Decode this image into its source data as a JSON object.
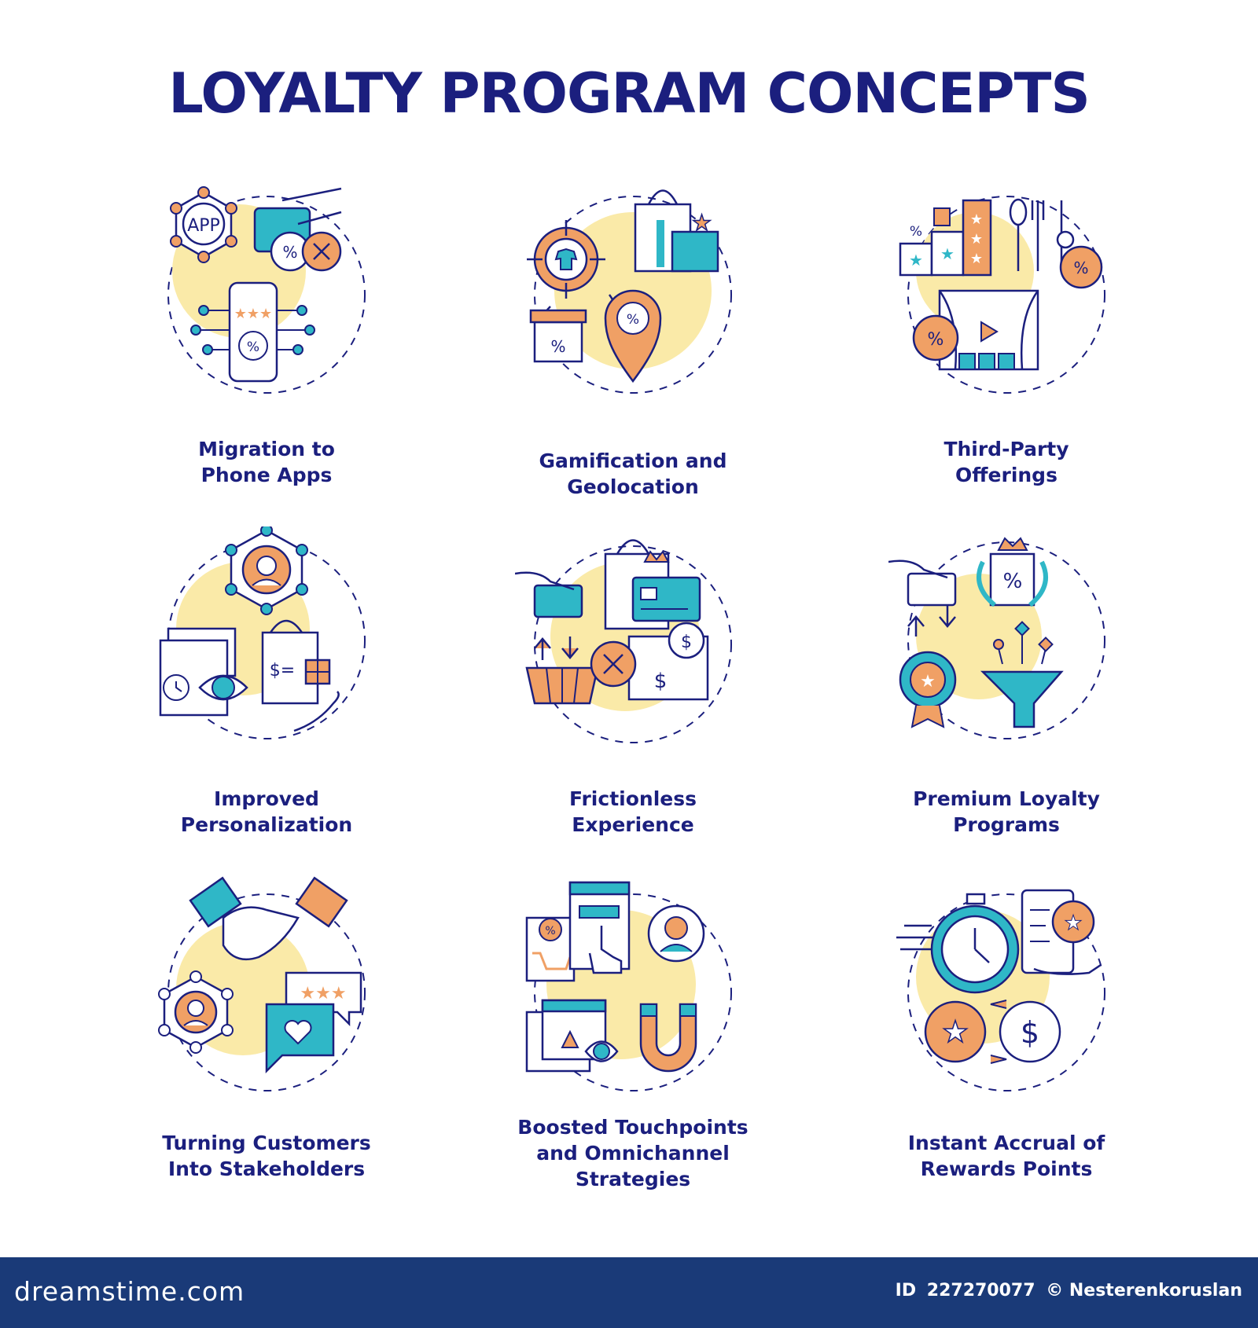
{
  "title": "LOYALTY PROGRAM CONCEPTS",
  "colors": {
    "navy": "#1b1f7e",
    "teal": "#2fb7c7",
    "orange": "#f0a065",
    "yellow": "#faeaa8",
    "footer": "#1a3a78"
  },
  "concepts": [
    {
      "lines": [
        "Migration to",
        "Phone Apps"
      ],
      "icon": "phone-app-network-icon",
      "icon_text": "APP"
    },
    {
      "lines": [
        "Gamification and",
        "Geolocation"
      ],
      "icon": "target-location-icon"
    },
    {
      "lines": [
        "Third-Party",
        "Offerings"
      ],
      "icon": "ratings-dining-theater-icon"
    },
    {
      "lines": [
        "Improved",
        "Personalization"
      ],
      "icon": "profile-network-icon"
    },
    {
      "lines": [
        "Frictionless",
        "Experience"
      ],
      "icon": "card-payment-basket-icon"
    },
    {
      "lines": [
        "Premium Loyalty",
        "Programs"
      ],
      "icon": "crown-badge-funnel-icon"
    },
    {
      "lines": [
        "Turning Customers",
        "Into Stakeholders"
      ],
      "icon": "handshake-reviews-icon"
    },
    {
      "lines": [
        "Boosted Touchpoints",
        "and Omnichannel",
        "Strategies"
      ],
      "icon": "magnet-touchpoints-icon"
    },
    {
      "lines": [
        "Instant Accrual of",
        "Rewards Points"
      ],
      "icon": "stopwatch-rewards-icon"
    }
  ],
  "footer": {
    "brand": "dreamstime.com",
    "id_label": "ID",
    "id": "227270077",
    "author": "© Nesterenkoruslan"
  }
}
